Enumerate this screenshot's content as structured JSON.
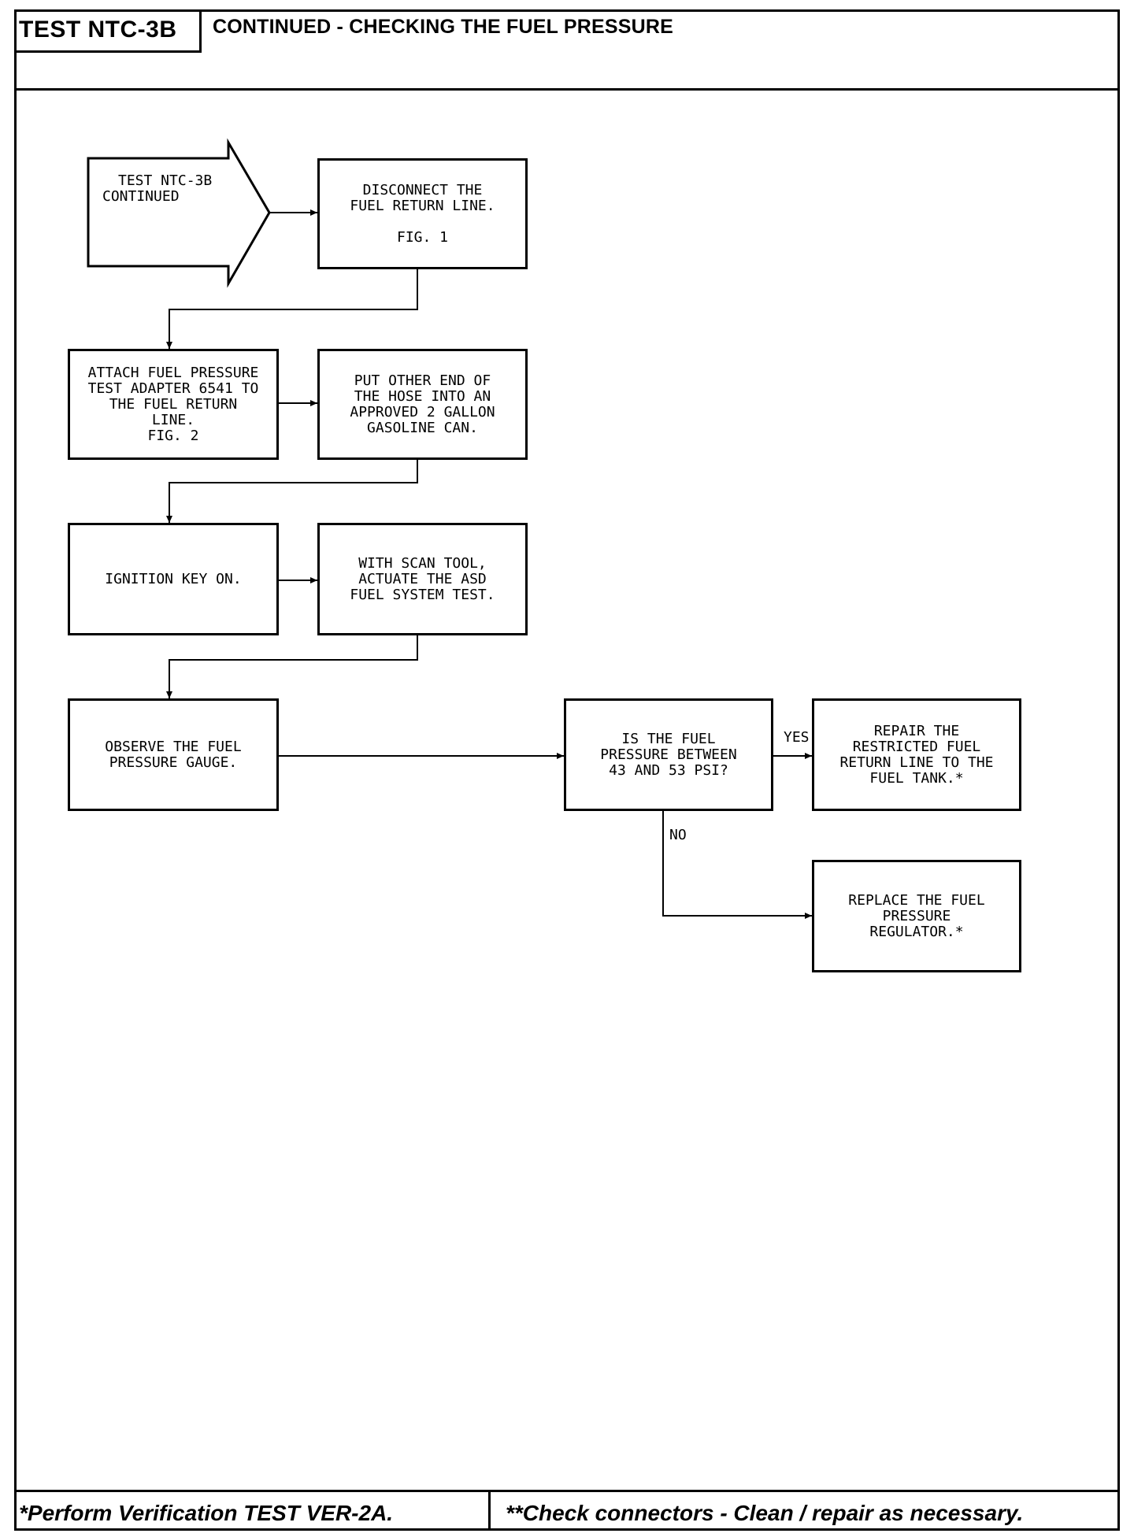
{
  "header": {
    "test_id": "TEST NTC-3B",
    "title": "CONTINUED - CHECKING THE FUEL PRESSURE"
  },
  "flowchart": {
    "start": [
      "TEST NTC-3B",
      "CONTINUED"
    ],
    "disconnect": [
      "DISCONNECT THE",
      "FUEL RETURN LINE.",
      "",
      "FIG. 1"
    ],
    "attach": [
      "ATTACH FUEL PRESSURE",
      "TEST ADAPTER 6541 TO",
      "THE FUEL RETURN",
      "LINE.",
      "FIG. 2"
    ],
    "put_hose": [
      "PUT OTHER END OF",
      "THE HOSE INTO AN",
      "APPROVED 2 GALLON",
      "GASOLINE CAN."
    ],
    "ignition": [
      "IGNITION KEY ON."
    ],
    "scan_tool": [
      "WITH SCAN TOOL,",
      "ACTUATE THE ASD",
      "FUEL SYSTEM TEST."
    ],
    "observe": [
      "OBSERVE THE FUEL",
      "PRESSURE GAUGE."
    ],
    "decision": [
      "IS THE FUEL",
      "PRESSURE BETWEEN",
      "43 AND 53 PSI?"
    ],
    "repair": [
      "REPAIR THE",
      "RESTRICTED FUEL",
      "RETURN LINE TO THE",
      "FUEL TANK.*"
    ],
    "replace": [
      "REPLACE THE FUEL",
      "PRESSURE",
      "REGULATOR.*"
    ],
    "yes_label": "YES",
    "no_label": "NO"
  },
  "footer": {
    "left": "*Perform Verification TEST VER-2A.",
    "right": "**Check connectors - Clean / repair as necessary."
  }
}
